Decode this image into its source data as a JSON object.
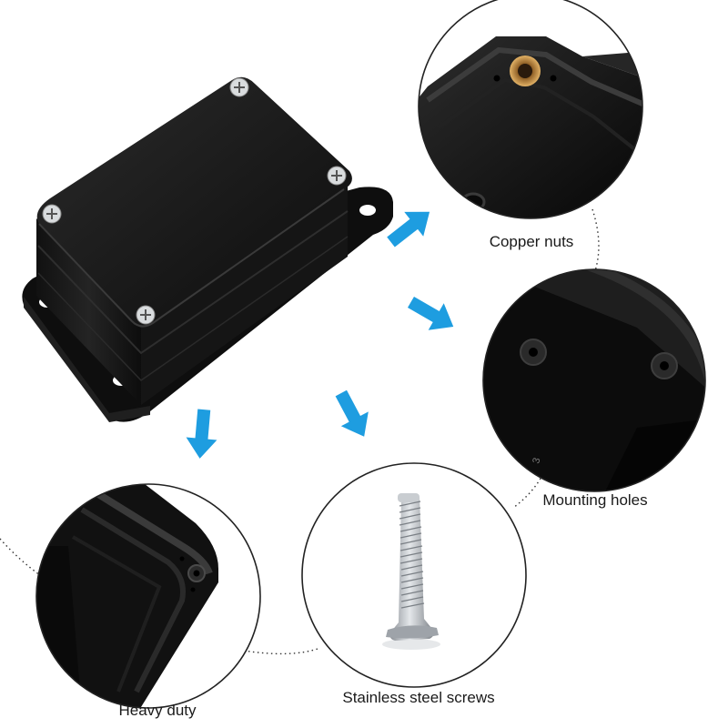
{
  "product": "black plastic junction box enclosure with mounting flanges",
  "labels": {
    "copper_nuts": "Copper nuts",
    "mounting_holes": "Mounting holes",
    "stainless_screws": "Stainless steel screws",
    "heavy_duty": "Heavy duty"
  },
  "mold_mark": "3",
  "colors": {
    "background": "#ffffff",
    "enclosure": "#161616",
    "arrow": "#1e9de0",
    "circle_border": "#222222",
    "copper": "#c9913f",
    "screw": "#b4b9bf"
  },
  "icons": [
    "blue-arrow-icon"
  ]
}
